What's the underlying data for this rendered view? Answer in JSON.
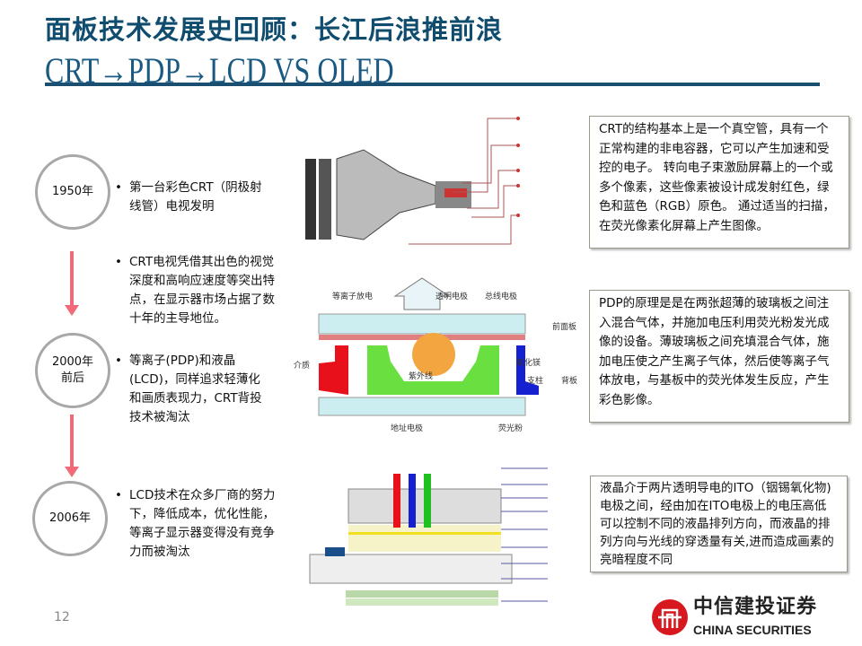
{
  "header": {
    "title": "面板技术发展史回顾：长江后浪推前浪",
    "subtitle": "CRT→PDP→LCD VS OLED"
  },
  "timeline": [
    {
      "year": "1950年"
    },
    {
      "year": "2000年",
      "year_line2": "前后"
    },
    {
      "year": "2006年"
    }
  ],
  "bullets": [
    "第一台彩色CRT（阴极射线管）电视发明",
    "CRT电视凭借其出色的视觉深度和高响应速度等突出特点，在显示器市场占据了数十年的主导地位。",
    "等离子(PDP)和液晶(LCD)，同样追求轻薄化和画质表现力，CRT背投技术被淘汰",
    "LCD技术在众多厂商的努力下，降低成本，优化性能，等离子显示器变得没有竞争力而被淘汰"
  ],
  "descriptions": [
    "CRT的结构基本上是一个真空管，具有一个正常构建的非电容器，它可以产生加速和受控的电子。 转向电子束激励屏幕上的一个或多个像素，这些像素被设计成发射红色，绿色和蓝色（RGB）原色。 通过适当的扫描，在荧光像素化屏幕上产生图像。",
    "PDP的原理是是在两张超薄的玻璃板之间注入混合气体，并施加电压利用荧光粉发光成像的设备。薄玻璃板之间充填混合气体，施加电压使之产生离子气体，然后使等离子气体放电，与基板中的荧光体发生反应，产生彩色影像。",
    "液晶介于两片透明导电的ITO（铟锡氧化物)电极之间，经由加在ITO电极上的电压高低可以控制不同的液晶排列方向，而液晶的排列方向与光线的穿透量有关,进而造成画素的亮暗程度不同"
  ],
  "pdp_diagram": {
    "labels": {
      "plasma": "等离子放电",
      "transparent_electrode": "透明电极",
      "bus_electrode": "总线电极",
      "front_plate": "前面板",
      "dielectric": "介质",
      "mgo": "氧化镁",
      "uv": "紫外线",
      "rib": "支柱",
      "back_plate": "背板",
      "address_electrode": "地址电极",
      "phosphor": "荧光粉"
    }
  },
  "footer": {
    "page_number": "12",
    "logo_cn": "中信建投证券",
    "logo_en": "CHINA SECURITIES"
  },
  "colors": {
    "title": "#0f4c6e",
    "rule": "#1b4f72",
    "arrow": "#f06a78",
    "logo_red": "#d7191f"
  }
}
